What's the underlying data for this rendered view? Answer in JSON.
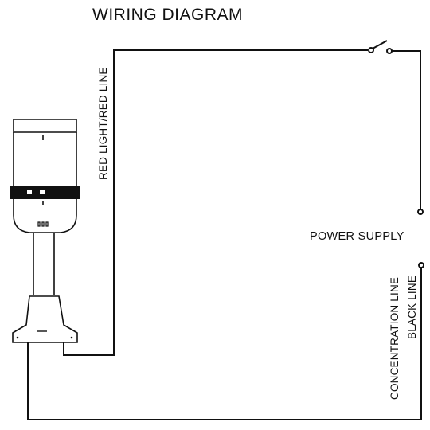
{
  "title": "WIRING DIAGRAM",
  "labels": {
    "red_line": "RED LIGHT/RED LINE",
    "power_supply": "POWER SUPPLY",
    "concentration_line": "CONCENTRATION LINE",
    "black_line": "BLACK LINE"
  },
  "colors": {
    "line": "#111111",
    "background": "#ffffff"
  },
  "components": [
    "signal-tower-light",
    "switch",
    "power-supply-terminals",
    "wires"
  ]
}
